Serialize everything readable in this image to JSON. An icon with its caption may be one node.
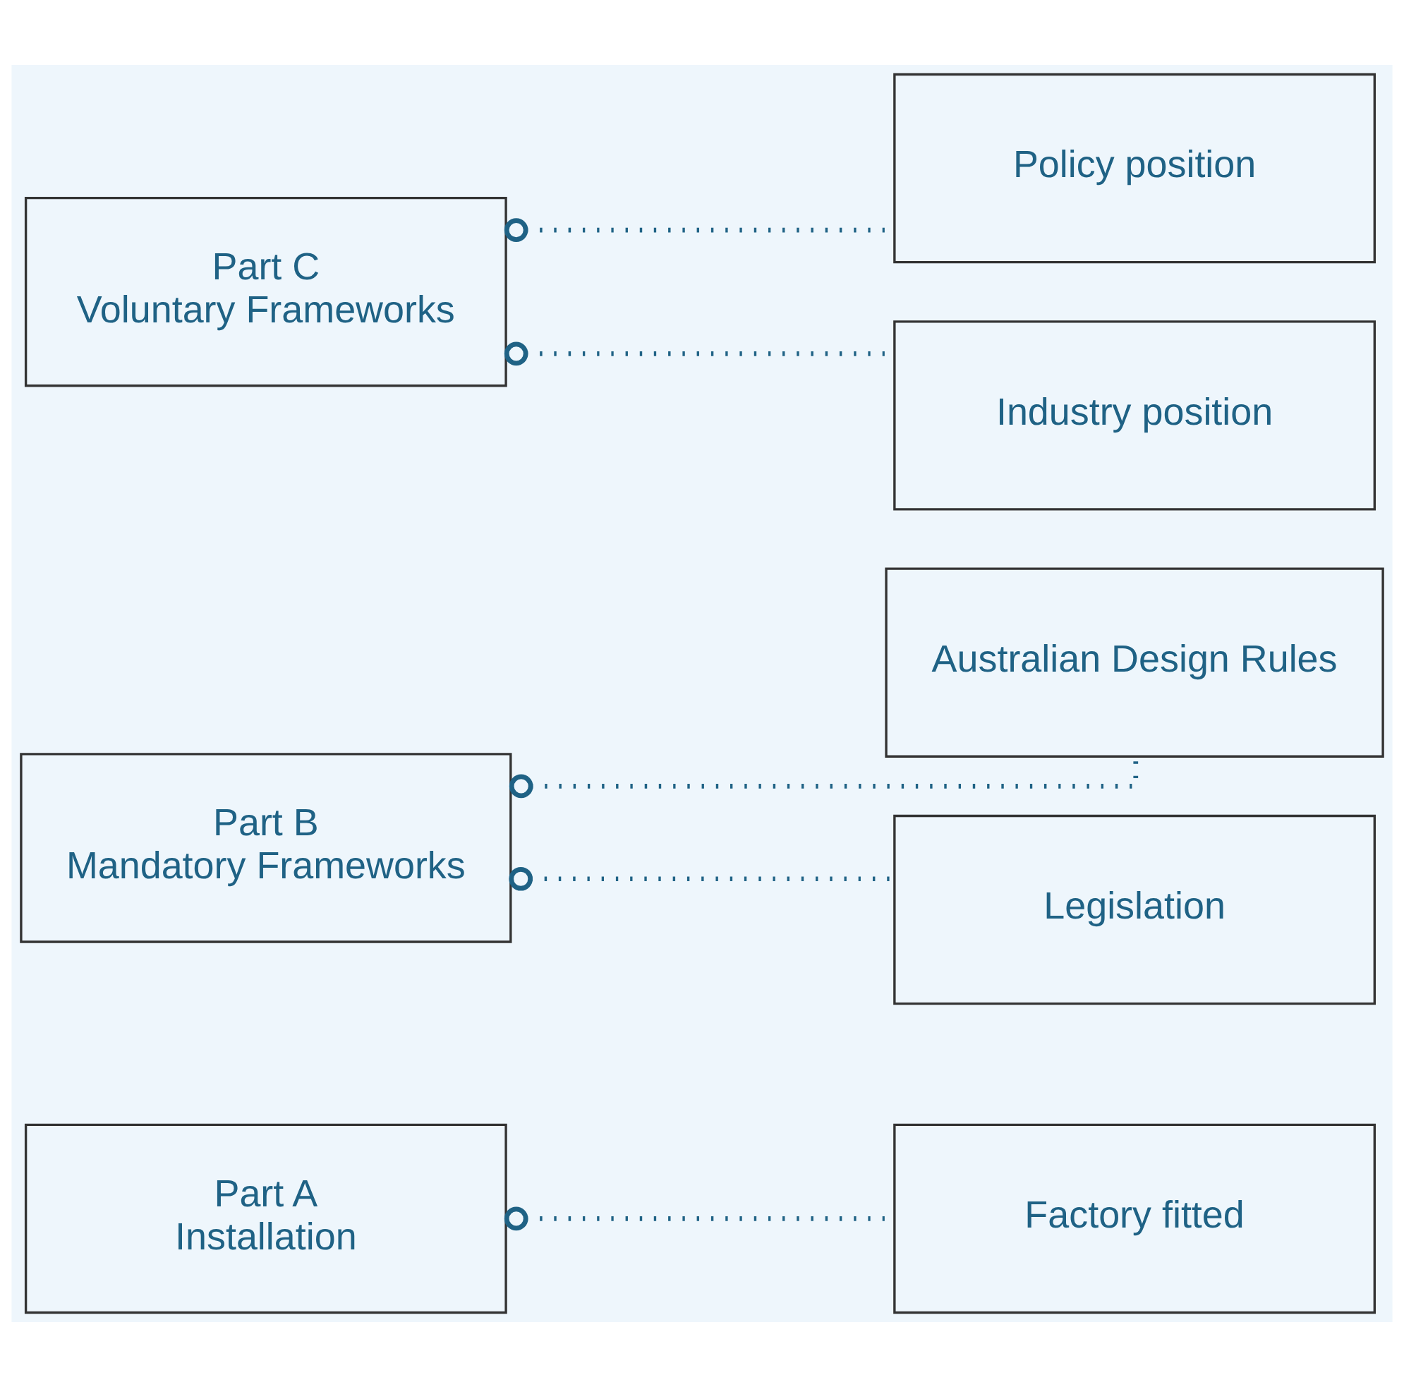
{
  "diagram": {
    "nodes": [
      {
        "text": [
          "Part A",
          "Installation"
        ]
      },
      {
        "text": [
          "Factory fitted"
        ]
      },
      {
        "text": [
          "Part B",
          "Mandatory Frameworks"
        ]
      },
      {
        "text": [
          "Australian Design Rules"
        ]
      },
      {
        "text": [
          "Legislation"
        ]
      },
      {
        "text": [
          "Part C",
          "Voluntary Frameworks"
        ]
      },
      {
        "text": [
          "Policy position"
        ]
      },
      {
        "text": [
          "Industry position"
        ]
      }
    ],
    "edges": [
      {
        "from": 0,
        "to": 1,
        "arrow": "other"
      },
      {
        "from": 2,
        "to": 3,
        "arrow": "other"
      },
      {
        "from": 2,
        "to": 4,
        "arrow": "other"
      },
      {
        "from": 5,
        "to": 6,
        "arrow": "other"
      },
      {
        "from": 5,
        "to": 7,
        "arrow": "other"
      }
    ]
  }
}
